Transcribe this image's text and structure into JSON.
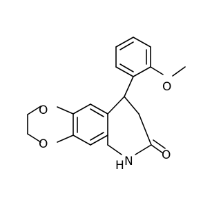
{
  "molecule": {
    "atoms": {
      "O_methoxy": "O",
      "O_dioxane_top": "O",
      "O_dioxane_bottom": "O",
      "N_amide": "N",
      "H_amide": "H",
      "O_carbonyl": "O"
    }
  },
  "colors": {
    "bond": "#000000",
    "background": "#ffffff"
  }
}
